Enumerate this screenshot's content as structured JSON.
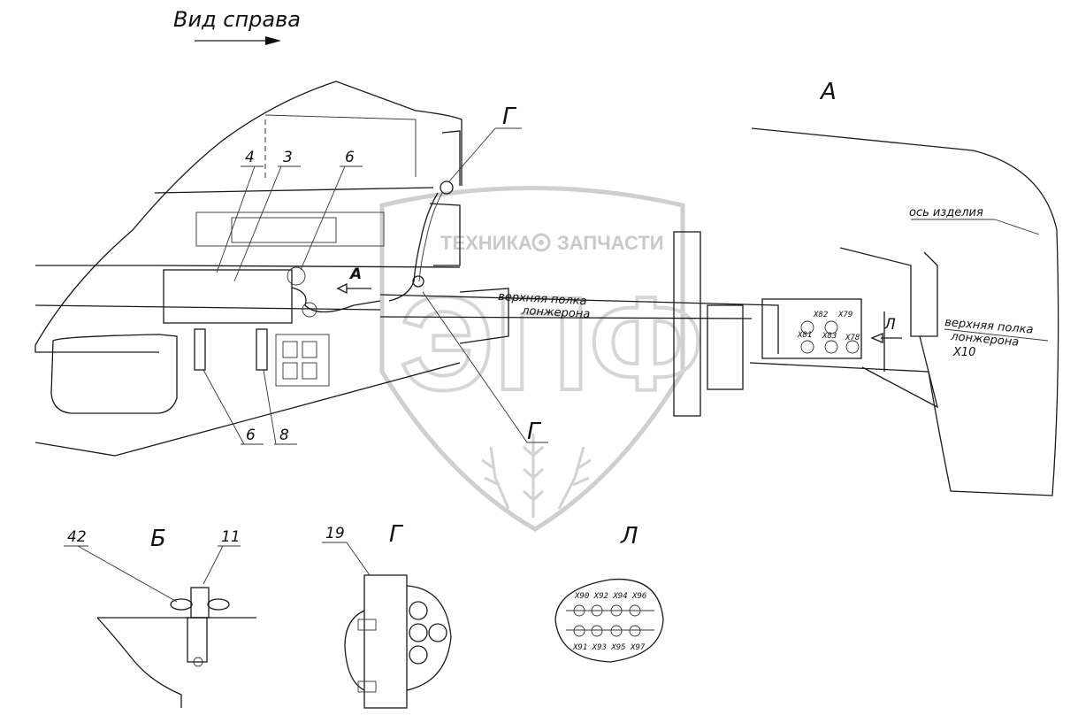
{
  "title": "Вид справа",
  "view_letters": {
    "A_top": "А",
    "G_top": "Г",
    "G_mid": "Г",
    "A_arrow": "А",
    "L_arrow": "Л",
    "B_detail": "Б",
    "G_detail": "Г",
    "L_detail": "Л"
  },
  "callouts": {
    "c4": "4",
    "c3": "3",
    "c6_top": "6",
    "c6_bottom": "6",
    "c8": "8",
    "c42": "42",
    "c11": "11",
    "c19": "19"
  },
  "notes": {
    "upper_flange_left_1": "верхняя полка",
    "upper_flange_left_2": "лонжерона",
    "upper_flange_right_1": "верхняя полка",
    "upper_flange_right_2": "лонжерона",
    "product_axis": "ось изделия"
  },
  "connectors_main": {
    "x82": "Х82",
    "x79": "Х79",
    "x81": "Х81",
    "x83": "Х83",
    "x78": "Х78",
    "x10": "Х10"
  },
  "connectors_detail_L": {
    "top": "Х90 Х92 Х94 Х96",
    "bottom": "Х91 Х93 Х95 Х97"
  },
  "watermark": {
    "brand_left": "ТЕХНИКА",
    "brand_right": "ЗАПЧАСТИ",
    "big_letters": "ЭПФ"
  },
  "icons": [
    "gear-icon",
    "wheat-icon",
    "wing-nut-icon"
  ]
}
